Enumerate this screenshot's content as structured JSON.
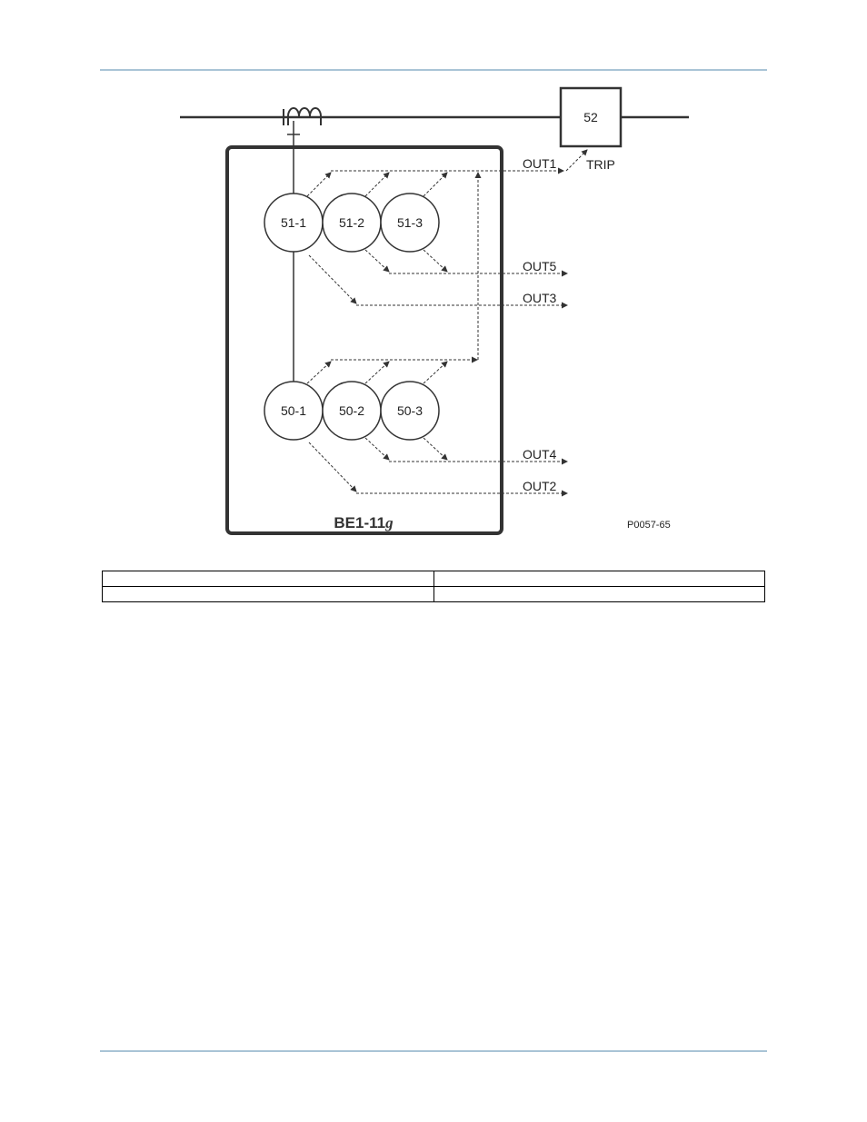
{
  "diagram": {
    "breaker_label": "52",
    "trip_label": "TRIP",
    "device_name": "BE1-11",
    "device_suffix": "g",
    "figure_id": "P0057-65",
    "relays": {
      "r511": "51-1",
      "r512": "51-2",
      "r513": "51-3",
      "r501": "50-1",
      "r502": "50-2",
      "r503": "50-3"
    },
    "outputs": {
      "out1": "OUT1",
      "out5": "OUT5",
      "out3": "OUT3",
      "out4": "OUT4",
      "out2": "OUT2"
    }
  },
  "table": {
    "rows": [
      [
        "",
        ""
      ],
      [
        "",
        ""
      ]
    ]
  }
}
